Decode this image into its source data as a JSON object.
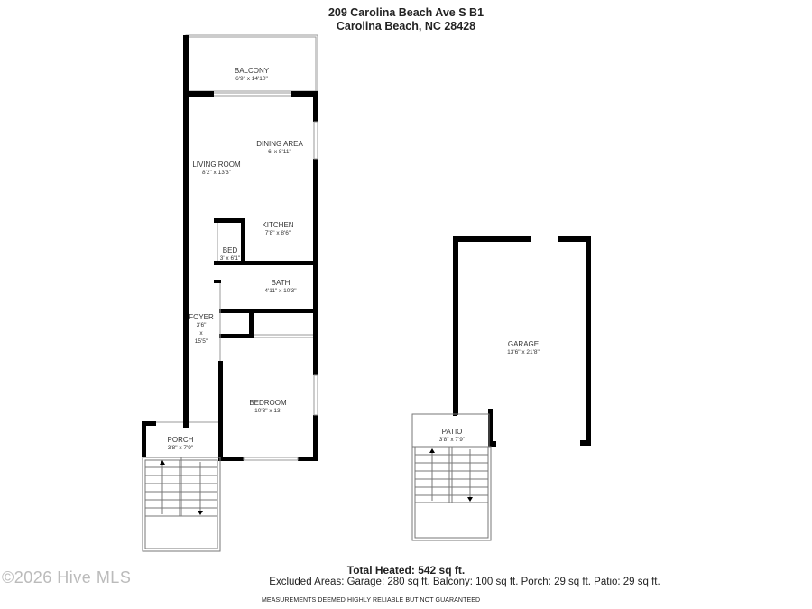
{
  "header": {
    "address_line1": "209 Carolina Beach Ave S B1",
    "address_line2": "Carolina Beach, NC 28428"
  },
  "rooms": {
    "balcony": {
      "name": "BALCONY",
      "dims": "6'9\" x 14'10\""
    },
    "dining_area": {
      "name": "DINING AREA",
      "dims": "6' x 8'11\""
    },
    "living_room": {
      "name": "LIVING ROOM",
      "dims": "8'2\" x 13'3\""
    },
    "kitchen": {
      "name": "KITCHEN",
      "dims": "7'8\" x 8'6\""
    },
    "bed": {
      "name": "BED",
      "dims": "3' x 6'1\""
    },
    "bath": {
      "name": "BATH",
      "dims": "4'11\" x 10'3\""
    },
    "foyer": {
      "name": "FOYER",
      "dims_line1": "3'6\"",
      "dims_line2": "x",
      "dims_line3": "15'5\""
    },
    "bedroom": {
      "name": "BEDROOM",
      "dims": "10'3\" x 13'"
    },
    "porch": {
      "name": "PORCH",
      "dims": "3'8\" x 7'9\""
    },
    "garage": {
      "name": "GARAGE",
      "dims": "13'6\" x 21'8\""
    },
    "patio": {
      "name": "PATIO",
      "dims": "3'8\" x 7'9\""
    }
  },
  "footer": {
    "total_heated": "Total Heated: 542 sq ft.",
    "excluded_areas": "Excluded Areas: Garage: 280 sq ft. Balcony: 100 sq ft. Porch: 29 sq ft. Patio: 29 sq ft.",
    "disclaimer": "MEASUREMENTS DEEMED HIGHLY RELIABLE BUT NOT GUARANTEED",
    "watermark": "©2026 Hive MLS"
  },
  "colors": {
    "wall": "#000000",
    "thin_line": "#888888",
    "text": "#222222",
    "watermark": "#bbbbbb"
  }
}
